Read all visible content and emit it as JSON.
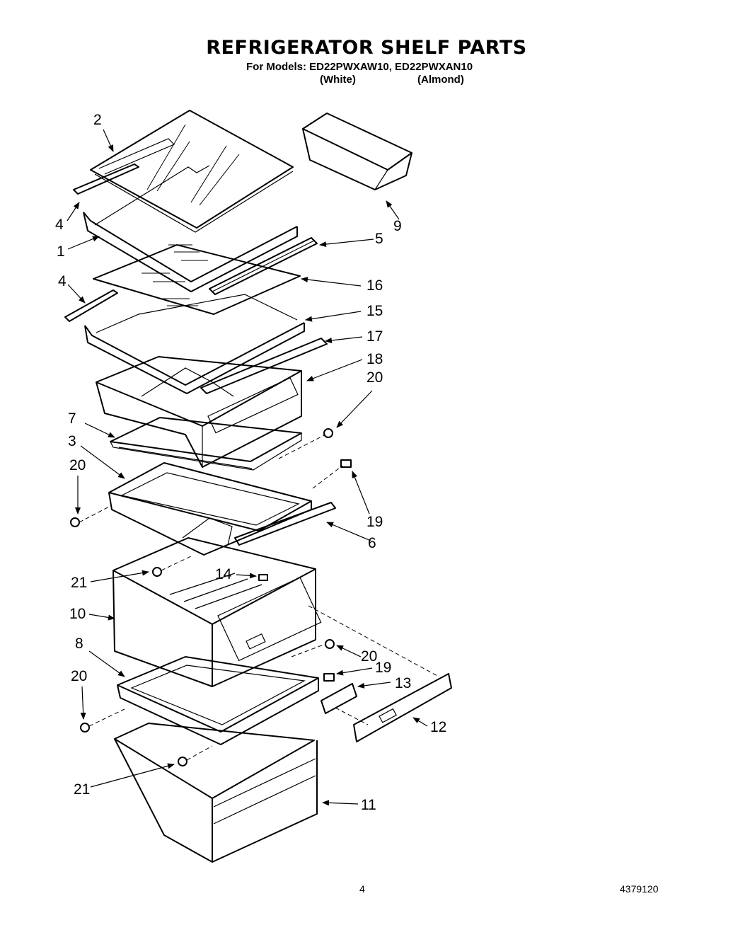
{
  "header": {
    "title": "REFRIGERATOR SHELF PARTS",
    "models_line": "For Models: ED22PWXAW10, ED22PWXAN10",
    "variant_white": "(White)",
    "variant_almond": "(Almond)"
  },
  "callouts": [
    {
      "id": "2",
      "label": "2"
    },
    {
      "id": "4a",
      "label": "4"
    },
    {
      "id": "1",
      "label": "1"
    },
    {
      "id": "4b",
      "label": "4"
    },
    {
      "id": "5",
      "label": "5"
    },
    {
      "id": "9",
      "label": "9"
    },
    {
      "id": "16",
      "label": "16"
    },
    {
      "id": "15",
      "label": "15"
    },
    {
      "id": "17",
      "label": "17"
    },
    {
      "id": "18",
      "label": "18"
    },
    {
      "id": "20a",
      "label": "20"
    },
    {
      "id": "7",
      "label": "7"
    },
    {
      "id": "3",
      "label": "3"
    },
    {
      "id": "20b",
      "label": "20"
    },
    {
      "id": "19a",
      "label": "19"
    },
    {
      "id": "6",
      "label": "6"
    },
    {
      "id": "21a",
      "label": "21"
    },
    {
      "id": "14",
      "label": "14"
    },
    {
      "id": "10",
      "label": "10"
    },
    {
      "id": "8",
      "label": "8"
    },
    {
      "id": "20c",
      "label": "20"
    },
    {
      "id": "19b",
      "label": "19"
    },
    {
      "id": "20d",
      "label": "20"
    },
    {
      "id": "13",
      "label": "13"
    },
    {
      "id": "12",
      "label": "12"
    },
    {
      "id": "21b",
      "label": "21"
    },
    {
      "id": "11",
      "label": "11"
    }
  ],
  "footer": {
    "page_number": "4",
    "document_number": "4379120"
  }
}
